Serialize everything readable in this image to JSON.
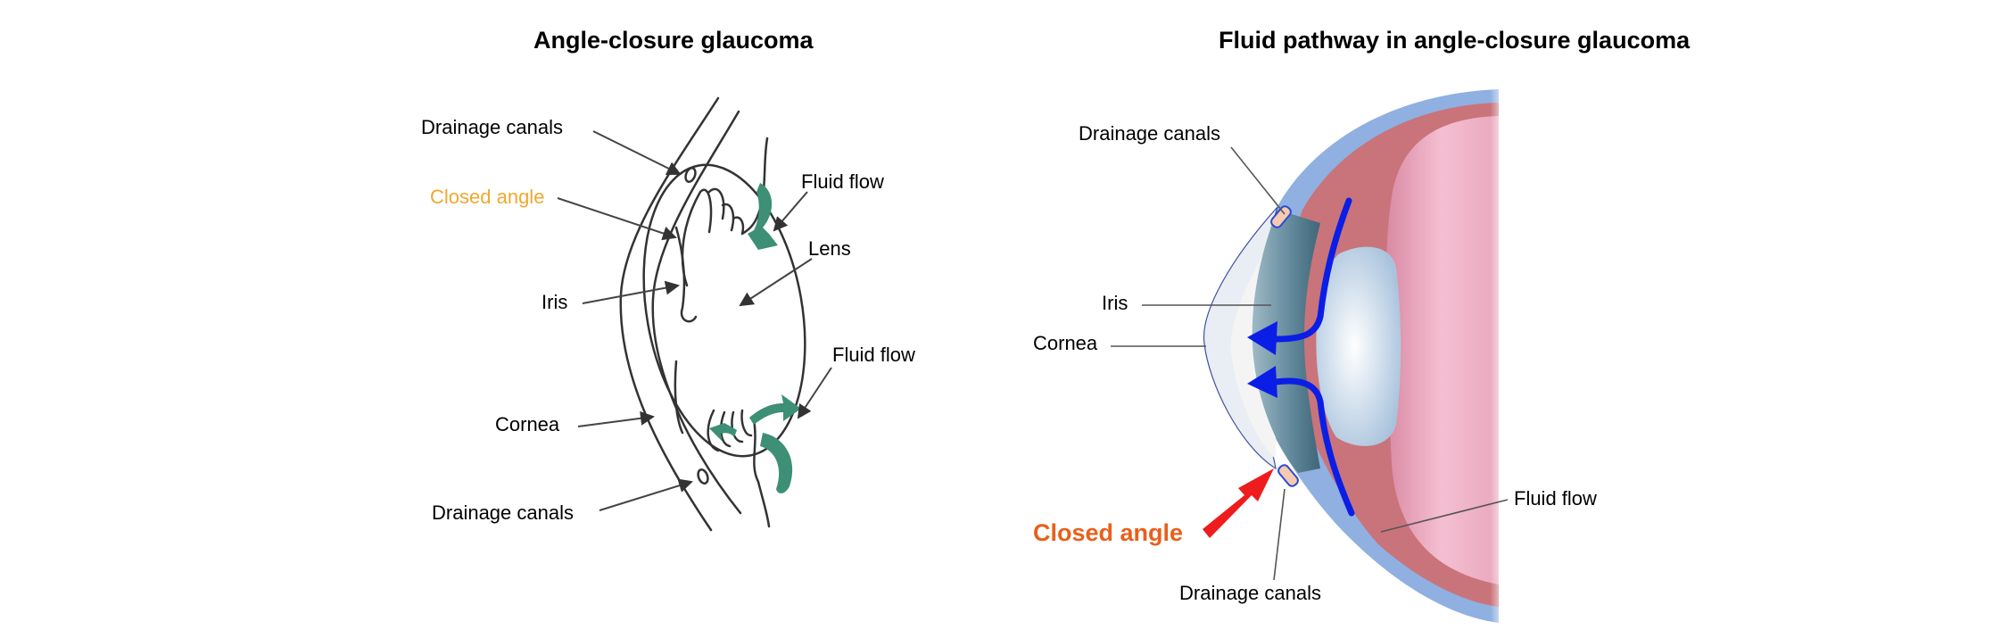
{
  "left_panel": {
    "title": "Angle-closure glaucoma",
    "labels": {
      "drainage_canals_top": "Drainage canals",
      "closed_angle": "Closed angle",
      "iris": "Iris",
      "cornea": "Cornea",
      "drainage_canals_bottom": "Drainage canals",
      "fluid_flow_top": "Fluid flow",
      "lens": "Lens",
      "fluid_flow_bottom": "Fluid flow"
    },
    "colors": {
      "closed_angle": "#f0a830",
      "flow_arrow": "#3d8f76",
      "line": "#333333"
    }
  },
  "right_panel": {
    "title": "Fluid pathway in angle-closure glaucoma",
    "labels": {
      "drainage_canals_top": "Drainage canals",
      "iris": "Iris",
      "cornea": "Cornea",
      "closed_angle": "Closed angle",
      "fluid_flow": "Fluid flow",
      "drainage_canals_bottom": "Drainage canals"
    },
    "colors": {
      "closed_angle": "#e8601c",
      "closed_angle_arrow": "#ee1c1c",
      "flow_arrow": "#0a1ee6",
      "sclera": "#8fb0e0",
      "ciliary": "#c9747a",
      "vitreous": "#f2b8cc",
      "lens": "#cfe0f2",
      "iris": "#5f8799"
    }
  }
}
